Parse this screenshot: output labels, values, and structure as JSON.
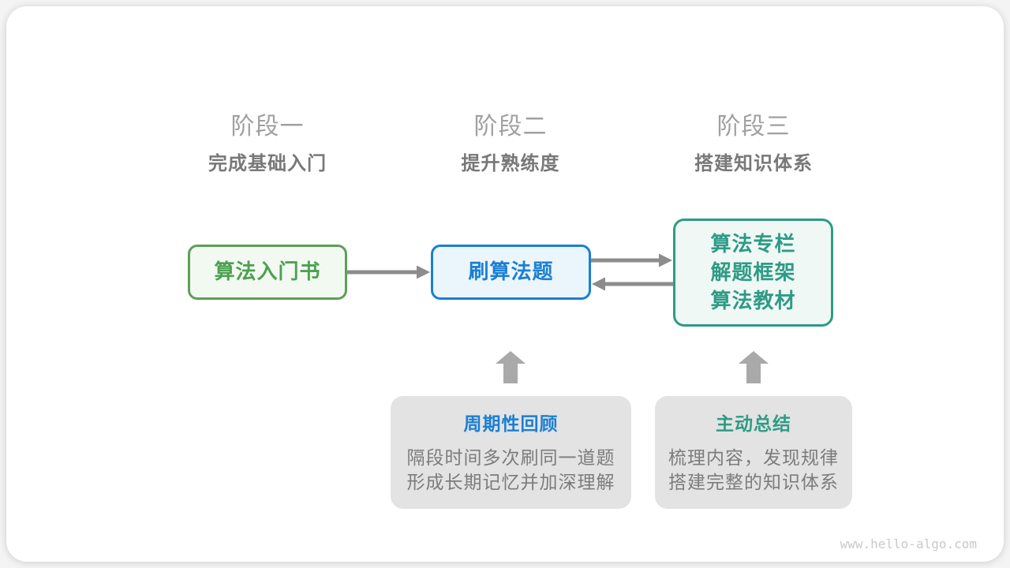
{
  "page": {
    "watermark": "www.hello-algo.com"
  },
  "stages": [
    {
      "label": "阶段一",
      "subtitle": "完成基础入门"
    },
    {
      "label": "阶段二",
      "subtitle": "提升熟练度"
    },
    {
      "label": "阶段三",
      "subtitle": "搭建知识体系"
    }
  ],
  "nodes": {
    "intro_book": {
      "label": "算法入门书"
    },
    "practice": {
      "label": "刷算法题"
    },
    "resources": {
      "lines": [
        "算法专栏",
        "解题框架",
        "算法教材"
      ]
    }
  },
  "arrows": {
    "intro_to_practice": "right",
    "practice_to_resources": "right",
    "resources_to_practice": "left",
    "review_to_practice": "up",
    "summary_to_resources": "up"
  },
  "callouts": [
    {
      "title": "周期性回顾",
      "lines": [
        "隔段时间多次刷同一道题",
        "形成长期记忆并加深理解"
      ]
    },
    {
      "title": "主动总结",
      "lines": [
        "梳理内容，发现规律",
        "搭建完整的知识体系"
      ]
    }
  ],
  "colors": {
    "green_accent": "#4da052",
    "green_border": "#5f9e59",
    "green_bg": "#f2f9f1",
    "blue_accent": "#1b7fd4",
    "blue_bg": "#ebf5fc",
    "teal_accent": "#2e9b85",
    "teal_bg": "#eff8f5",
    "line_arrow_gray": "#8c8c8c",
    "block_arrow_gray": "#a9a9a9",
    "stage_label_gray": "#a0a0a0",
    "stage_subtitle_gray": "#787878",
    "callout_bg": "#e3e3e3",
    "body_text_gray": "#7c7c7c",
    "watermark_gray": "#c9c9c9"
  }
}
